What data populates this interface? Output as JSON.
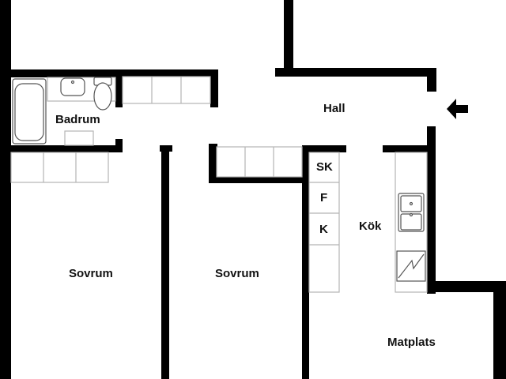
{
  "rooms": {
    "badrum": "Badrum",
    "hall": "Hall",
    "sovrum_left": "Sovrum",
    "sovrum_right": "Sovrum",
    "kok": "Kök",
    "matplats": "Matplats"
  },
  "kitchen_units": {
    "sk": "SK",
    "f": "F",
    "k": "K"
  },
  "icons": {
    "entrance": "arrow-left-icon",
    "stove": "stove-icon",
    "sink": "double-sink-icon"
  },
  "colors": {
    "wall": "#000000",
    "fixture_line": "#b4b4b4",
    "background": "#ffffff"
  }
}
